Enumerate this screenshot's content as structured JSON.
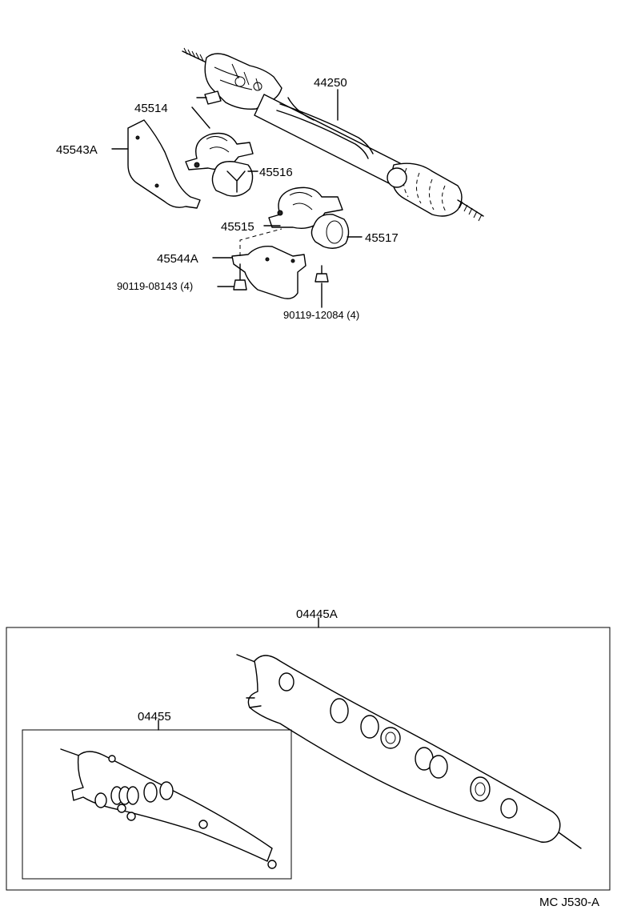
{
  "labels": {
    "p44250": "44250",
    "p45514": "45514",
    "p45543A": "45543A",
    "p45516": "45516",
    "p45515": "45515",
    "p45517": "45517",
    "p45544A": "45544A",
    "p90119_08143": "90119-08143 (4)",
    "p90119_12084": "90119-12084 (4)",
    "kit04445A": "04445A",
    "kit04455": "04455",
    "footer": "MC J530-A"
  }
}
